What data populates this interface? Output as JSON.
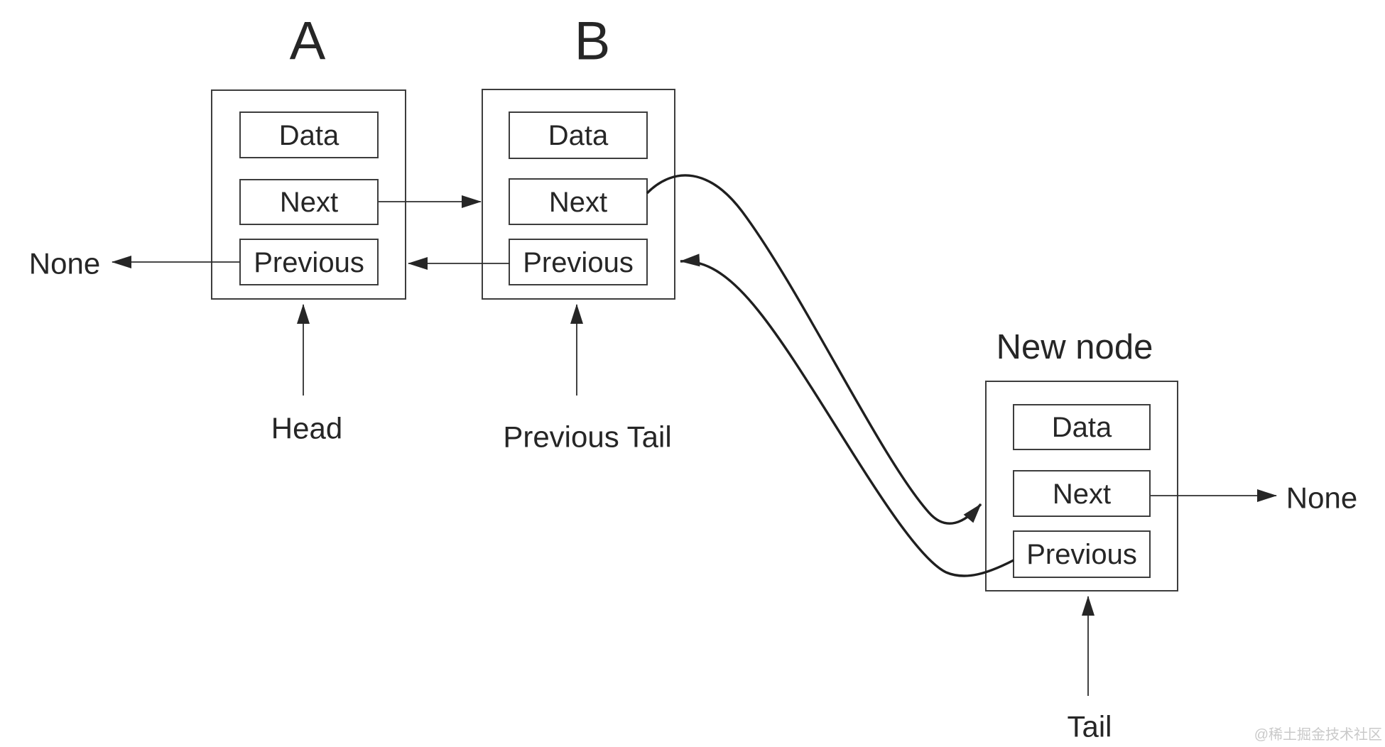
{
  "nodes": {
    "a": {
      "title": "A",
      "fields": {
        "data": "Data",
        "next": "Next",
        "previous": "Previous"
      }
    },
    "b": {
      "title": "B",
      "fields": {
        "data": "Data",
        "next": "Next",
        "previous": "Previous"
      }
    },
    "new_node": {
      "title": "New node",
      "fields": {
        "data": "Data",
        "next": "Next",
        "previous": "Previous"
      }
    }
  },
  "labels": {
    "none_left": "None",
    "head": "Head",
    "previous_tail": "Previous Tail",
    "none_right": "None",
    "tail": "Tail"
  },
  "watermark": "@稀土掘金技术社区",
  "colors": {
    "line": "#2e2e2e",
    "box": "#3d3d3d",
    "text": "#262626",
    "watermark": "#c9c9c9",
    "background": "#ffffff"
  }
}
